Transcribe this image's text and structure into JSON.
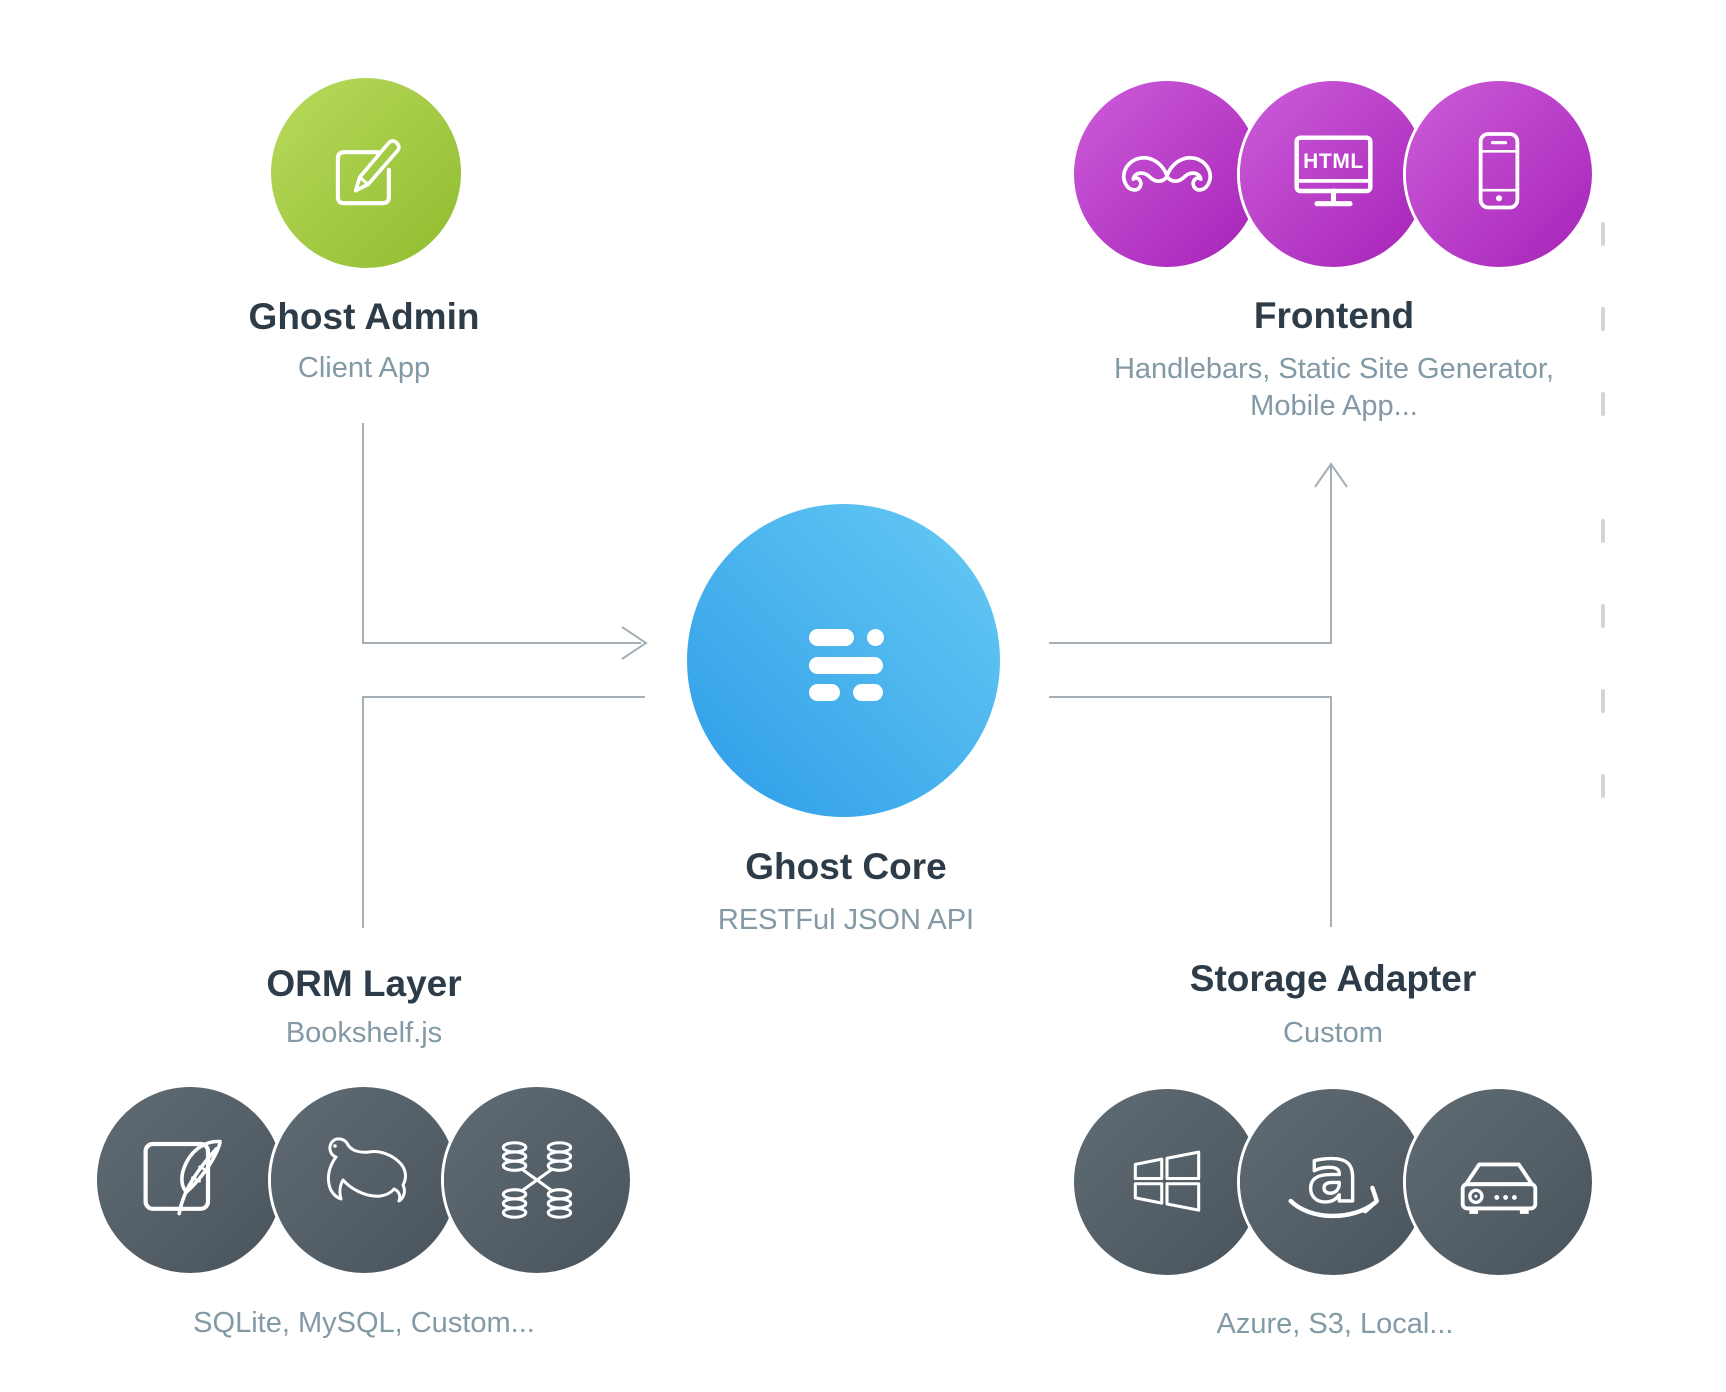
{
  "nodes": {
    "ghost_admin": {
      "title": "Ghost Admin",
      "subtitle": "Client App"
    },
    "frontend": {
      "title": "Frontend",
      "subtitle_line1": "Handlebars, Static Site Generator,",
      "subtitle_line2": "Mobile App..."
    },
    "ghost_core": {
      "title": "Ghost Core",
      "subtitle": "RESTFul JSON API"
    },
    "orm_layer": {
      "title": "ORM Layer",
      "subtitle": "Bookshelf.js",
      "caption": "SQLite, MySQL, Custom..."
    },
    "storage_adapter": {
      "title": "Storage Adapter",
      "subtitle": "Custom",
      "caption": "Azure, S3, Local..."
    }
  },
  "icon_text": {
    "monitor_label": "HTML",
    "amazon_letter": "a"
  },
  "icons": {
    "ghost_admin": [
      "compose-icon"
    ],
    "frontend": [
      "mustache-icon",
      "html-monitor-icon",
      "smartphone-icon"
    ],
    "ghost_core": [
      "ghost-core-logo-icon"
    ],
    "orm_layer": [
      "sqlite-icon",
      "mysql-dolphin-icon",
      "database-cluster-icon"
    ],
    "storage_adapter": [
      "windows-icon",
      "amazon-icon",
      "server-box-icon"
    ]
  },
  "colors": {
    "admin_gradient_start": "#bada5c",
    "admin_gradient_end": "#8fbc2f",
    "frontend_gradient_start": "#cd5dd9",
    "frontend_gradient_end": "#a522b8",
    "core_gradient_start": "#2d9ce8",
    "core_gradient_end": "#67cbf4",
    "db_gradient_start": "#606c75",
    "db_gradient_end": "#49535b",
    "title_text": "#2d3c48",
    "subtitle_text": "#8399a5",
    "connector": "#a4afb6"
  }
}
